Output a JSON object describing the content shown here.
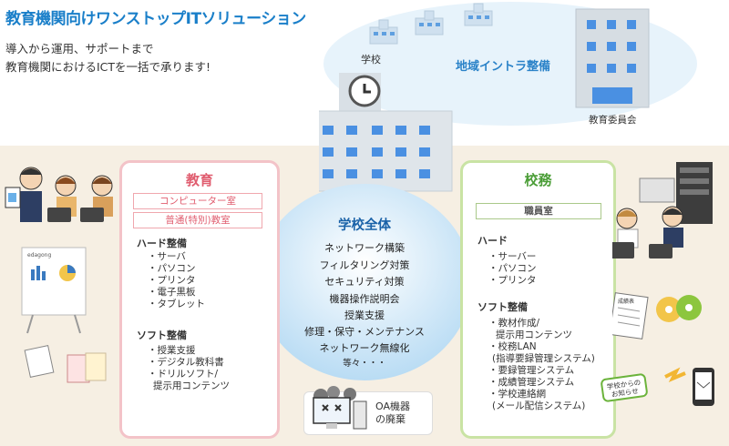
{
  "header": {
    "title": "教育機関向けワンストップITソリューション",
    "lead_line1": "導入から運用、サポートまで",
    "lead_line2": "教育機関におけるICTを一括で承ります!"
  },
  "top_cloud": {
    "school_label": "学校",
    "area_label": "地域イントラ整備",
    "board_label": "教育委員会"
  },
  "education": {
    "title": "教育",
    "tags": [
      "コンピューター室",
      "普通(特別)教室"
    ],
    "hard_title": "ハード整備",
    "hard_items": [
      "・サーバ",
      "・パソコン",
      "・プリンタ",
      "・電子黒板",
      "・タブレット"
    ],
    "soft_title": "ソフト整備",
    "soft_items": [
      "・授業支援",
      "・デジタル教科書",
      "・ドリルソフト/",
      "提示用コンテンツ"
    ]
  },
  "center": {
    "title": "学校全体",
    "items": [
      "ネットワーク構築",
      "フィルタリング対策",
      "セキュリティ対策",
      "機器操作説明会",
      "授業支援",
      "修理・保守・メンテナンス",
      "ネットワーク無線化",
      "等々・・・"
    ]
  },
  "oa": {
    "label_line1": "OA機器",
    "label_line2": "の廃棄"
  },
  "admin": {
    "title": "校務",
    "tag": "職員室",
    "hard_title": "ハード",
    "hard_items": [
      "・サーバー",
      "・パソコン",
      "・プリンタ"
    ],
    "soft_title": "ソフト整備",
    "soft_items": [
      "・教材作成/",
      "提示用コンテンツ",
      "・校務LAN",
      "(指導要録管理システム)",
      "・要録管理システム",
      "・成績管理システム",
      "・学校連絡網",
      "(メール配信システム)"
    ]
  },
  "decor": {
    "sticker_line1": "学校からの",
    "sticker_line2": "お知らせ",
    "doc_label": "成績表",
    "board_text": "edagong"
  },
  "colors": {
    "title_blue": "#1a7fc9",
    "edu_pink": "#e05d6f",
    "admin_green": "#4a9d36",
    "center_blue": "#1a62a8"
  }
}
